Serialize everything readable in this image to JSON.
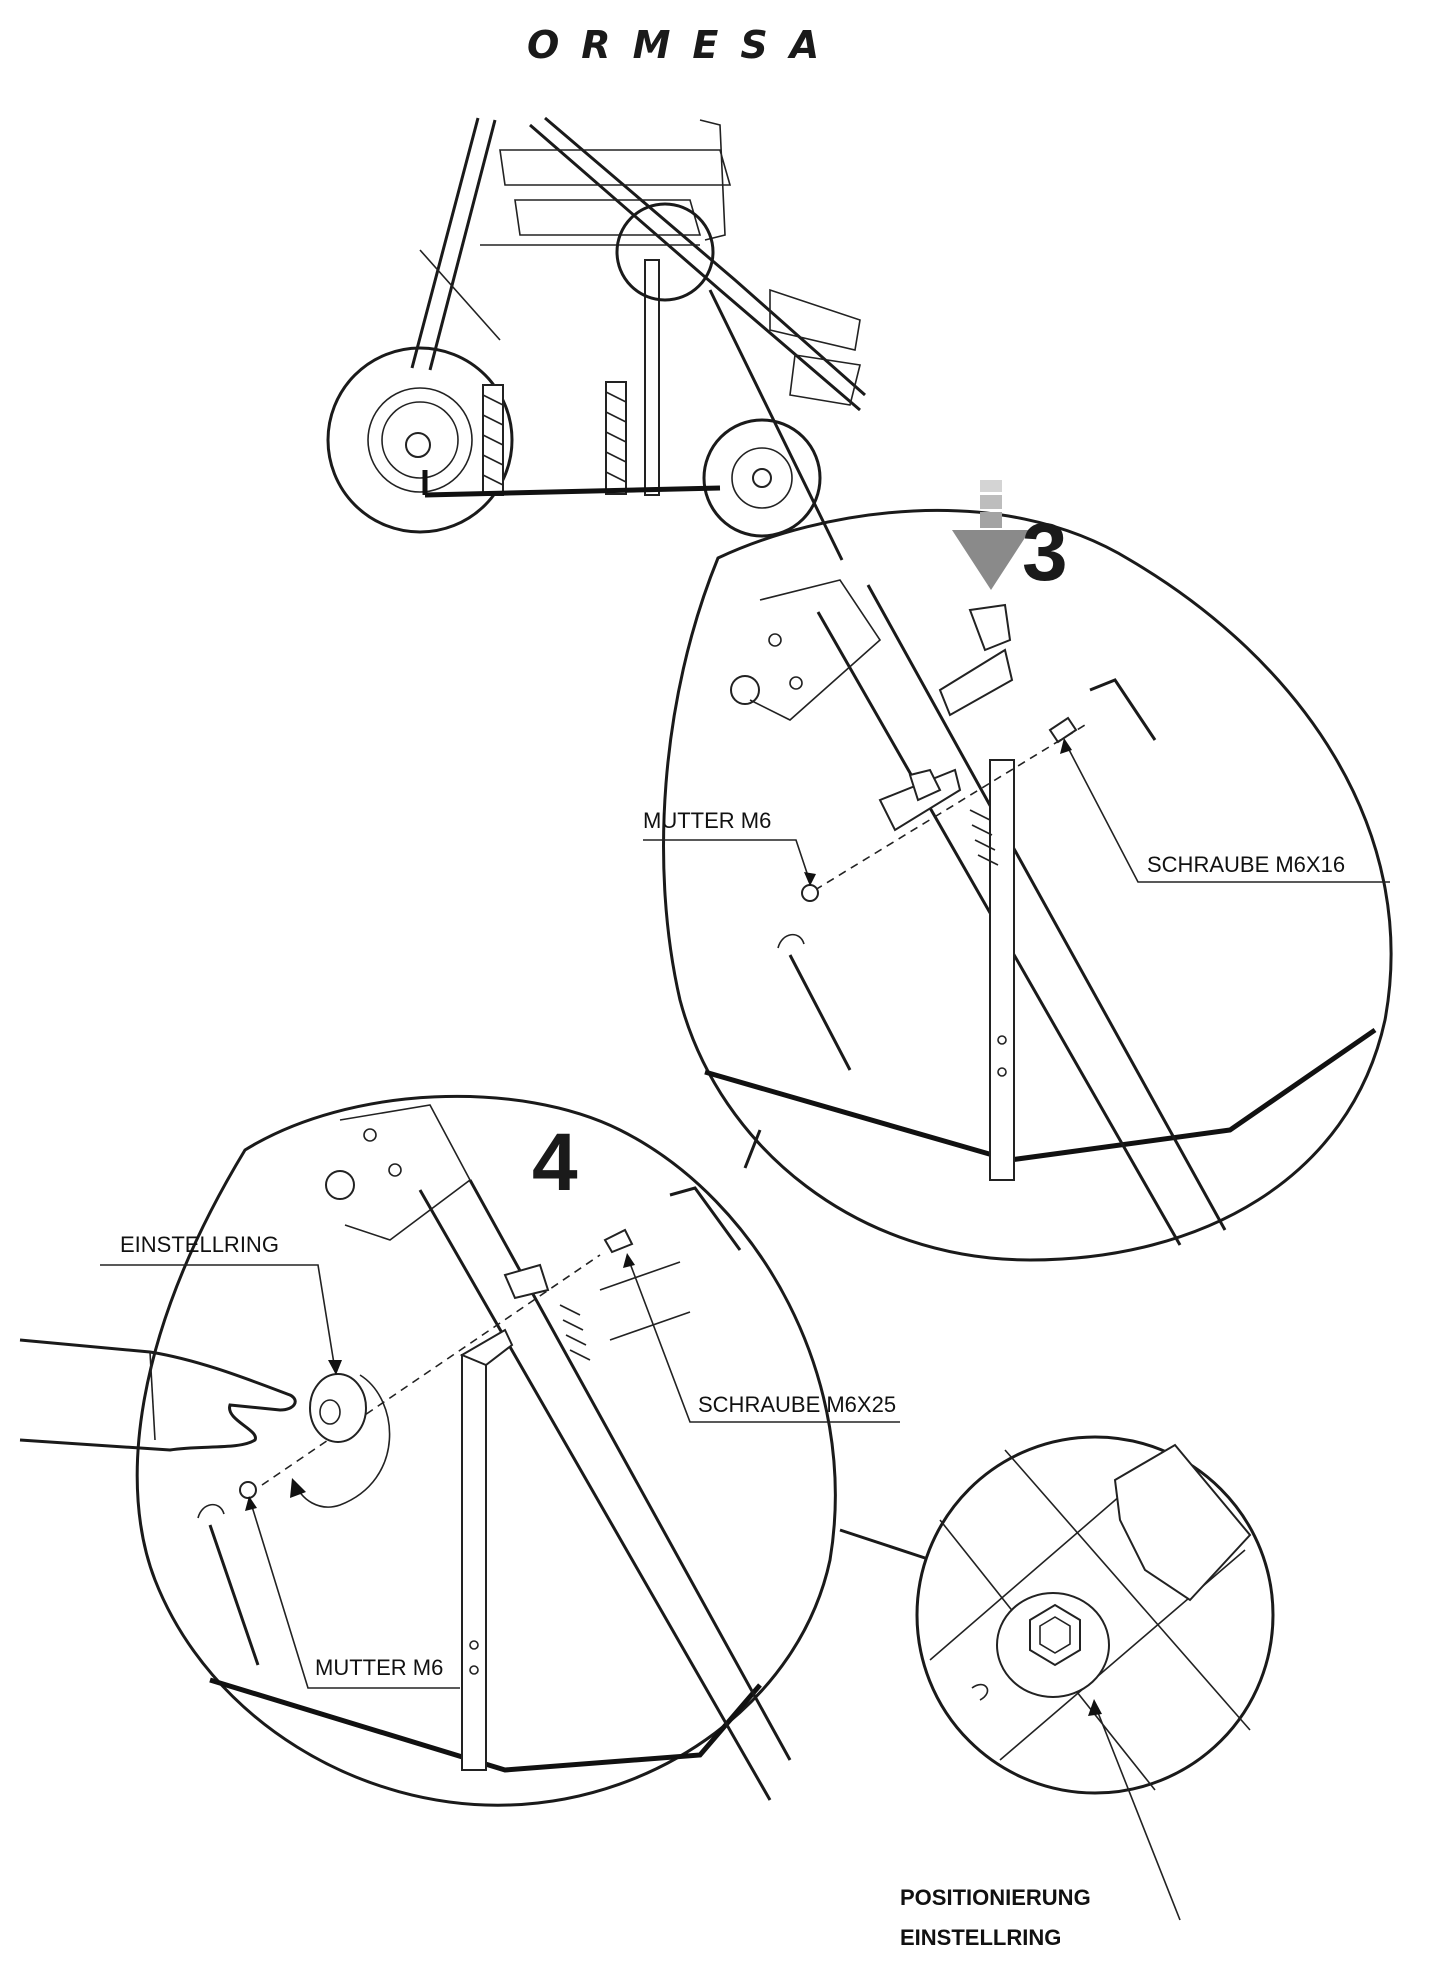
{
  "brand": {
    "logo_text": "ORMESA"
  },
  "steps": [
    {
      "number": "3",
      "labels": {
        "nut": "MUTTER M6",
        "screw": "SCHRAUBE M6X16"
      }
    },
    {
      "number": "4",
      "labels": {
        "ring": "EINSTELLRING",
        "screw": "SCHRAUBE M6X25",
        "nut": "MUTTER M6"
      }
    }
  ],
  "detail": {
    "caption_line1": "POSITIONIERUNG",
    "caption_line2": "EINSTELLRING"
  },
  "colors": {
    "ink": "#1a1a1a",
    "arrow_gray": "#8a8a8a",
    "paper": "#ffffff"
  }
}
